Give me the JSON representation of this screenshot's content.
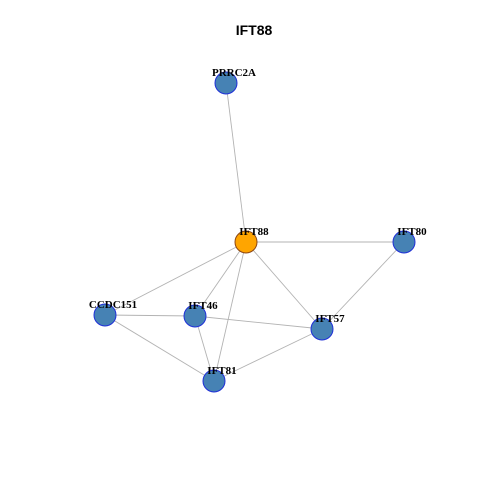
{
  "title": "IFT88",
  "colors": {
    "center_node": "#FFA500",
    "center_stroke": "#8B4513",
    "node": "#4682B4",
    "node_stroke": "#1f2fd8",
    "edge": "#b3b3b3"
  },
  "nodes": [
    {
      "id": "PRRC2A",
      "label": "PRRC2A",
      "center": false
    },
    {
      "id": "IFT88",
      "label": "IFT88",
      "center": true
    },
    {
      "id": "IFT80",
      "label": "IFT80",
      "center": false
    },
    {
      "id": "CCDC151",
      "label": "CCDC151",
      "center": false
    },
    {
      "id": "IFT46",
      "label": "IFT46",
      "center": false
    },
    {
      "id": "IFT57",
      "label": "IFT57",
      "center": false
    },
    {
      "id": "IFT81",
      "label": "IFT81",
      "center": false
    }
  ],
  "edges": [
    [
      "PRRC2A",
      "IFT88"
    ],
    [
      "IFT88",
      "IFT80"
    ],
    [
      "IFT88",
      "CCDC151"
    ],
    [
      "IFT88",
      "IFT46"
    ],
    [
      "IFT88",
      "IFT57"
    ],
    [
      "IFT88",
      "IFT81"
    ],
    [
      "IFT80",
      "IFT57"
    ],
    [
      "CCDC151",
      "IFT46"
    ],
    [
      "CCDC151",
      "IFT81"
    ],
    [
      "IFT46",
      "IFT57"
    ],
    [
      "IFT46",
      "IFT81"
    ],
    [
      "IFT57",
      "IFT81"
    ]
  ]
}
